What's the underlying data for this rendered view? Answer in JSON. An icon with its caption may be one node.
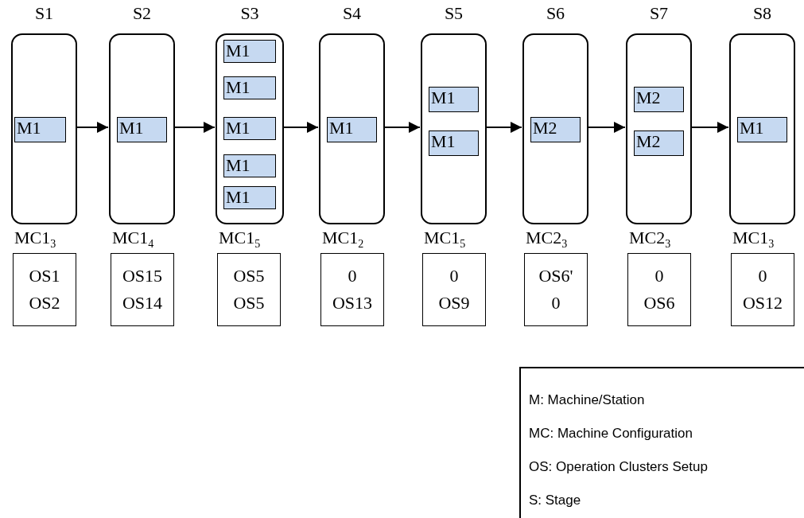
{
  "diagram": {
    "nodes": [
      {
        "text": [
          "S1"
        ],
        "beside": [
          "MC1$_{3}$"
        ]
      },
      {
        "text": [
          "M1"
        ],
        "in": 0
      },
      {
        "text": [
          "S2"
        ],
        "beside": [
          "MC1$_{4}$"
        ]
      },
      {
        "text": [
          "M1"
        ],
        "in": 2
      },
      {
        "text": [
          "S3"
        ],
        "beside": [
          "MC1$_{5}$"
        ]
      },
      {
        "text": [
          "M1"
        ],
        "in": 4
      },
      {
        "text": [
          "M1"
        ],
        "in": 4
      },
      {
        "text": [
          "M1"
        ],
        "in": 4
      },
      {
        "text": [
          "M1"
        ],
        "in": 4
      },
      {
        "text": [
          "M1"
        ],
        "in": 4
      },
      {
        "text": [
          "S4"
        ],
        "beside": [
          "MC1$_{2}$"
        ]
      },
      {
        "text": [
          "M1"
        ],
        "in": 10
      },
      {
        "text": [
          "S5"
        ],
        "beside": [
          "MC1$_{5}$"
        ]
      },
      {
        "text": [
          "M1"
        ],
        "in": 12
      },
      {
        "text": [
          "M1"
        ],
        "in": 12
      },
      {
        "text": [
          "S6"
        ],
        "beside": [
          "MC2$_{3}$"
        ]
      },
      {
        "text": [
          "M2"
        ],
        "in": 15
      },
      {
        "text": [
          "S7"
        ],
        "beside": [
          "MC2$_{3}$"
        ]
      },
      {
        "text": [
          "M2"
        ],
        "in": 17
      },
      {
        "text": [
          "M2"
        ],
        "in": 17
      },
      {
        "text": [
          "S8"
        ],
        "beside": [
          "MC1$_{3}$"
        ]
      },
      {
        "text": [
          "M1"
        ],
        "in": 20
      },
      {
        "text": [
          "OS1",
          "OS2"
        ]
      },
      {
        "text": [
          "OS15",
          "OS14"
        ]
      },
      {
        "text": [
          "OS5",
          "OS5"
        ]
      },
      {
        "text": [
          "0",
          "OS13"
        ]
      },
      {
        "text": [
          "0",
          "OS9"
        ]
      },
      {
        "text": [
          "OS6'",
          "0"
        ]
      },
      {
        "text": [
          "0",
          "OS6"
        ]
      },
      {
        "text": [
          "0",
          "OS12"
        ]
      }
    ],
    "edges": [
      {
        "from": 0,
        "to": 2,
        "arrow": "to"
      },
      {
        "from": 2,
        "to": 4,
        "arrow": "to"
      },
      {
        "from": 4,
        "to": 10,
        "arrow": "to"
      },
      {
        "from": 10,
        "to": 12,
        "arrow": "to"
      },
      {
        "from": 12,
        "to": 15,
        "arrow": "to"
      },
      {
        "from": 15,
        "to": 17,
        "arrow": "to"
      },
      {
        "from": 17,
        "to": 20,
        "arrow": "to"
      }
    ],
    "legend": [
      {
        "text": "M: Machine/Station"
      },
      {
        "text": "MC: Machine Configuration"
      },
      {
        "text": "OS: Operation Clusters Setup"
      },
      {
        "text": "S: Stage"
      }
    ]
  }
}
